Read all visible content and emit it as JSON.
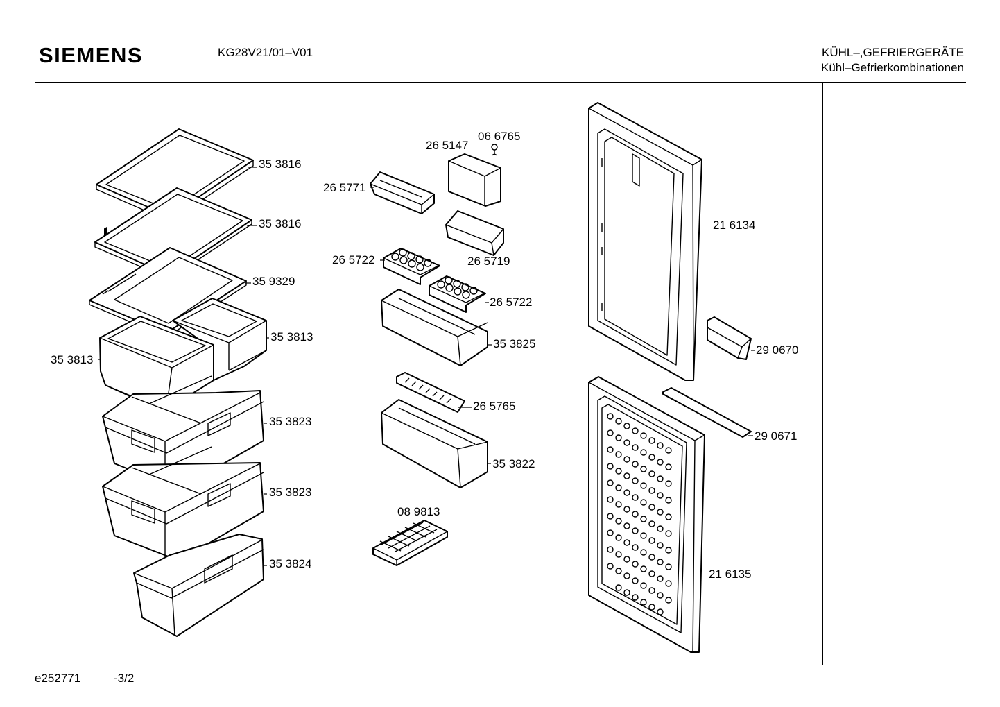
{
  "header": {
    "brand": "SIEMENS",
    "model": "KG28V21/01–V01",
    "category_line1": "KÜHL–,GEFRIERGERÄTE",
    "category_line2": "Kühl–Gefrierkombinationen"
  },
  "footer": {
    "doc_id": "e252771",
    "page": "-3/2"
  },
  "parts": {
    "shelf_upper": "35 3816",
    "shelf_middle": "35 3816",
    "shelf_lower": "35 9329",
    "crisper_right": "35 3813",
    "crisper_left": "35 3813",
    "drawer_upper": "35 3823",
    "drawer_middle": "35 3823",
    "drawer_bottom": "35 3824",
    "screw": "06 6765",
    "butter_lid": "26 5147",
    "small_tray": "26 5771",
    "butter_tray": "26 5719",
    "egg_tray_left": "26 5722",
    "egg_tray_right": "26 5722",
    "door_shelf_upper": "35 3825",
    "bottle_retainer": "26 5765",
    "door_shelf_lower": "35 3822",
    "ice_cube_tray": "08 9813",
    "fridge_door": "21 6134",
    "hinge_rail_upper": "29 0670",
    "hinge_rail_lower": "29 0671",
    "freezer_door": "21 6135"
  }
}
